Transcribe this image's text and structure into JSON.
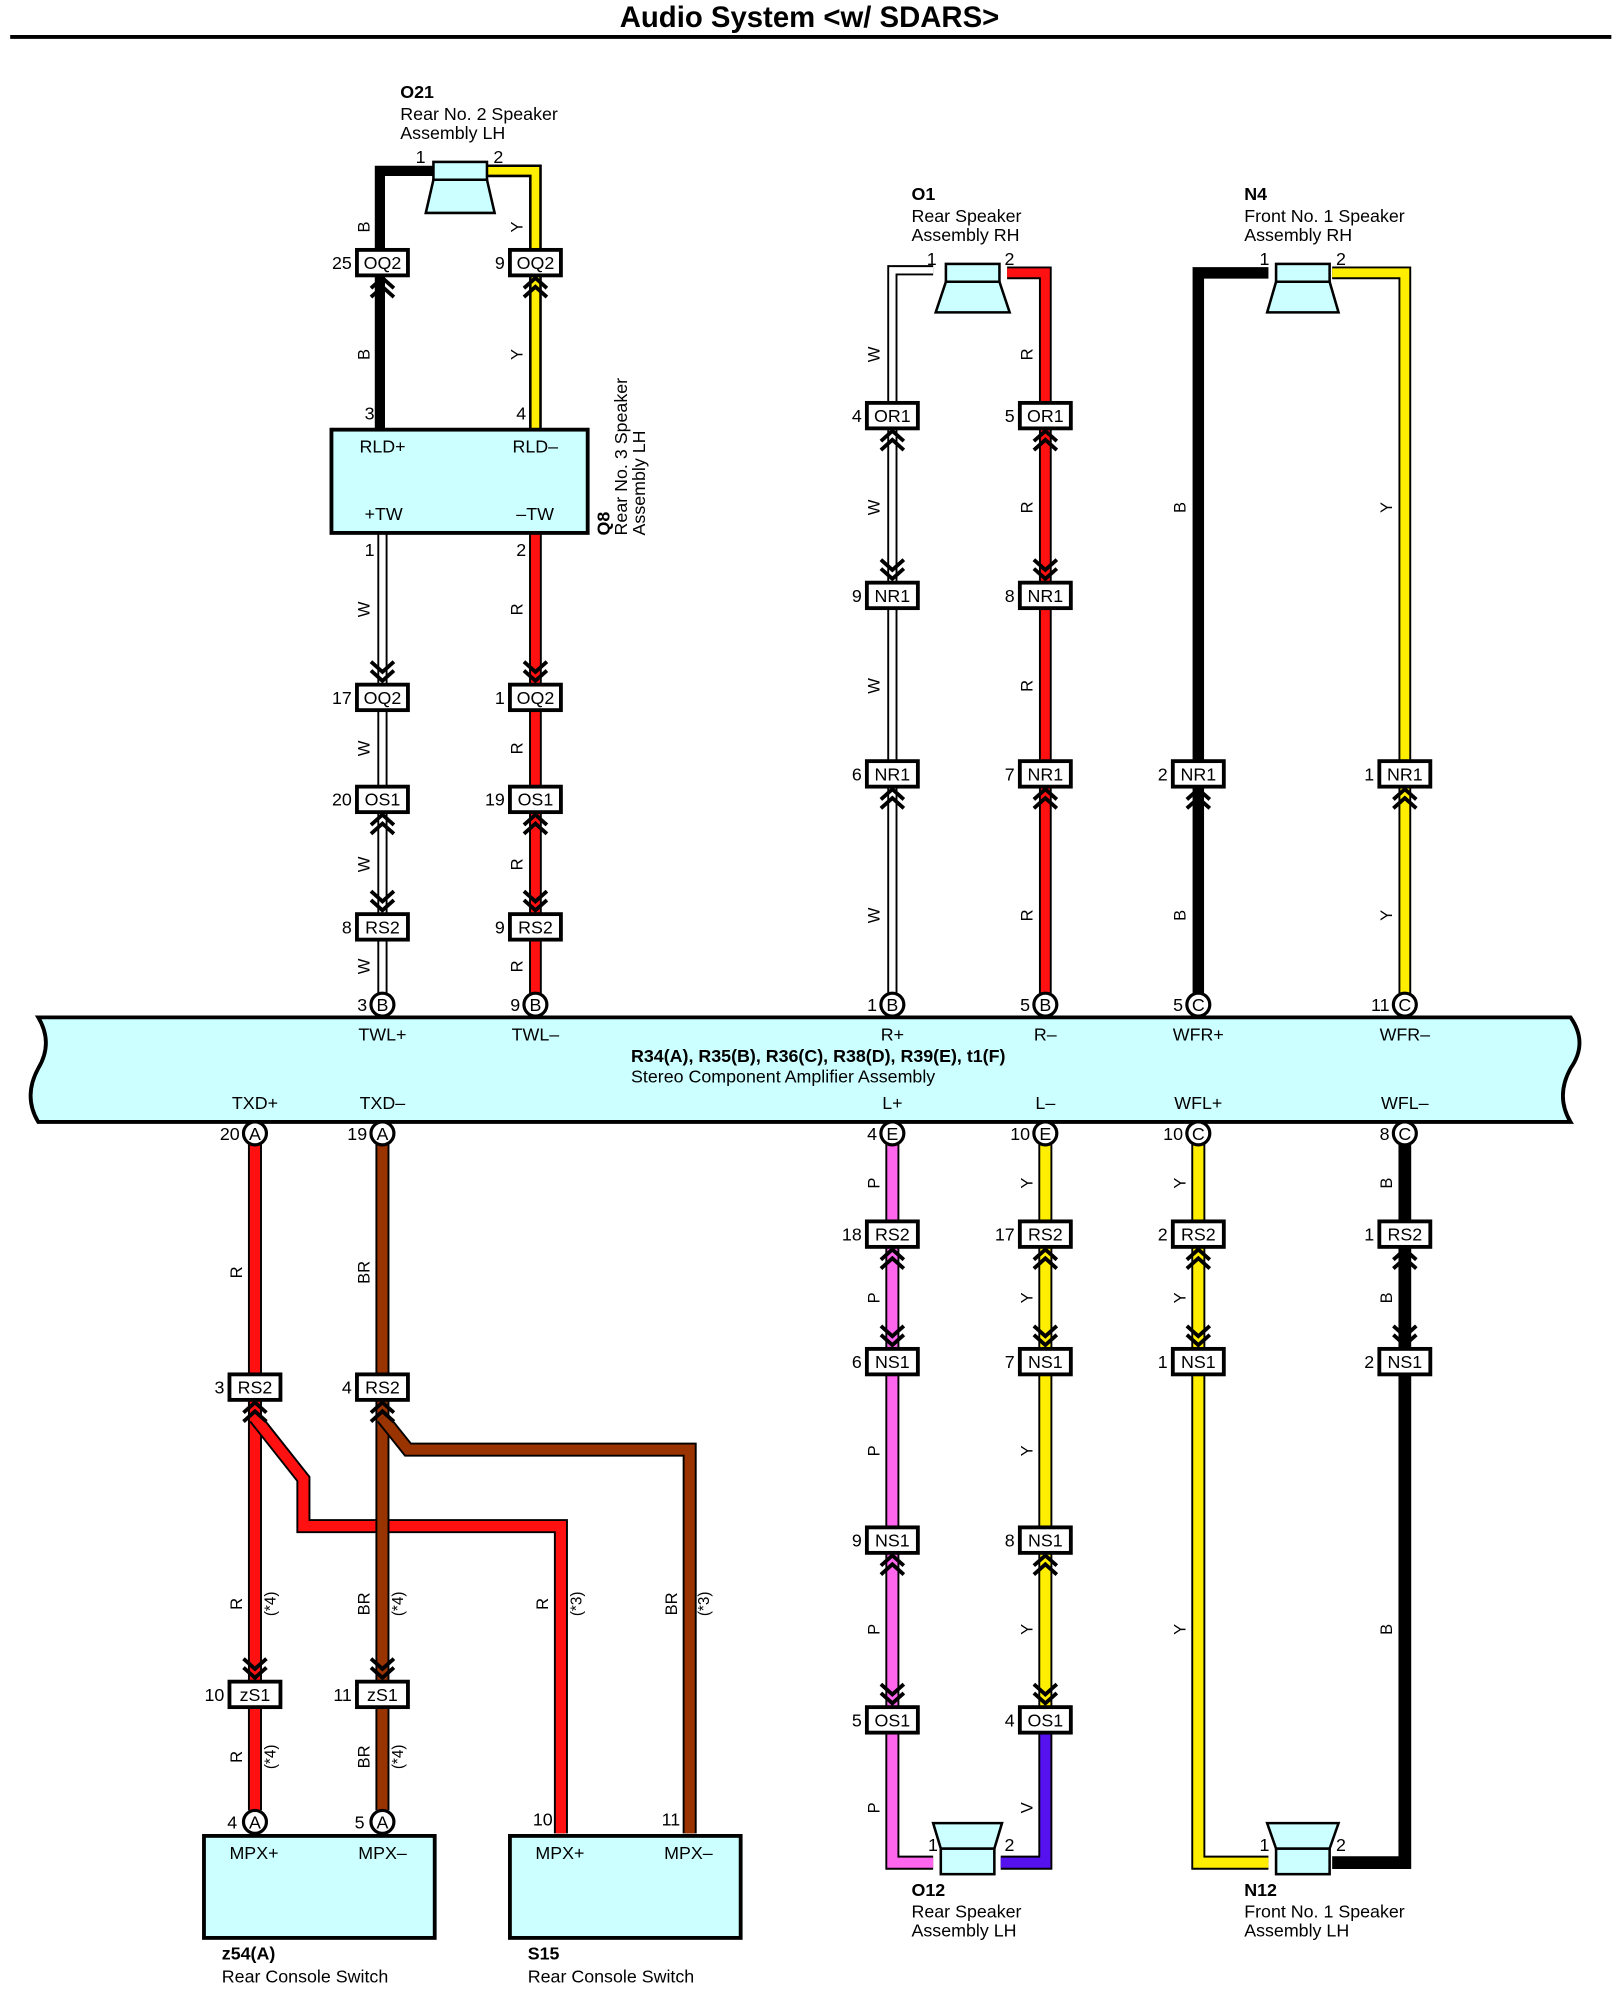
{
  "title": "Audio System <w/ SDARS>",
  "colors": {
    "B": "#000000",
    "W": "#ffffff",
    "R": "#ff1111",
    "Y": "#ffee00",
    "BR": "#993300",
    "P": "#ff66ee",
    "V": "#5511ee",
    "body": "#ccffff"
  },
  "amp": {
    "id": "R34(A), R35(B), R36(C), R38(D), R39(E), t1(F)",
    "name": "Stereo Component Amplifier Assembly",
    "top_terminals": [
      {
        "label": "TWL+",
        "pin": "3",
        "conn": "B"
      },
      {
        "label": "TWL–",
        "pin": "9",
        "conn": "B"
      },
      {
        "label": "R+",
        "pin": "1",
        "conn": "B"
      },
      {
        "label": "R–",
        "pin": "5",
        "conn": "B"
      },
      {
        "label": "WFR+",
        "pin": "5",
        "conn": "C"
      },
      {
        "label": "WFR–",
        "pin": "11",
        "conn": "C"
      }
    ],
    "bottom_terminals": [
      {
        "label": "TXD+",
        "pin": "20",
        "conn": "A"
      },
      {
        "label": "TXD–",
        "pin": "19",
        "conn": "A"
      },
      {
        "label": "L+",
        "pin": "4",
        "conn": "E"
      },
      {
        "label": "L–",
        "pin": "10",
        "conn": "E"
      },
      {
        "label": "WFL+",
        "pin": "10",
        "conn": "C"
      },
      {
        "label": "WFL–",
        "pin": "8",
        "conn": "C"
      }
    ]
  },
  "components": {
    "o21": {
      "id": "O21",
      "line1": "Rear No. 2 Speaker",
      "line2": "Assembly LH",
      "pin1": "1",
      "pin2": "2"
    },
    "o1": {
      "id": "O1",
      "line1": "Rear Speaker",
      "line2": "Assembly RH",
      "pin1": "1",
      "pin2": "2"
    },
    "n4": {
      "id": "N4",
      "line1": "Front No. 1 Speaker",
      "line2": "Assembly RH",
      "pin1": "1",
      "pin2": "2"
    },
    "q8": {
      "id": "Q8",
      "line1": "Rear No. 3 Speaker",
      "line2": "Assembly LH",
      "rld_plus": "RLD+",
      "rld_minus": "RLD–",
      "tw_plus": "+TW",
      "tw_minus": "–TW",
      "pin_rld_plus": "3",
      "pin_rld_minus": "4",
      "pin_tw_plus": "1",
      "pin_tw_minus": "2"
    },
    "o12": {
      "id": "O12",
      "line1": "Rear Speaker",
      "line2": "Assembly LH",
      "pin1": "1",
      "pin2": "2"
    },
    "n12": {
      "id": "N12",
      "line1": "Front No. 1 Speaker",
      "line2": "Assembly LH",
      "pin1": "1",
      "pin2": "2"
    },
    "z54": {
      "id": "z54(A)",
      "line1": "Rear Console Switch",
      "mpx_plus": "MPX+",
      "mpx_minus": "MPX–",
      "pin_plus": "4",
      "pin_minus": "5",
      "conn": "A"
    },
    "s15": {
      "id": "S15",
      "line1": "Rear Console Switch",
      "mpx_plus": "MPX+",
      "mpx_minus": "MPX–",
      "pin_plus": "10",
      "pin_minus": "11"
    }
  },
  "connectors": [
    {
      "code": "OQ2",
      "pin": "25"
    },
    {
      "code": "OQ2",
      "pin": "9"
    },
    {
      "code": "OQ2",
      "pin": "17"
    },
    {
      "code": "OQ2",
      "pin": "1"
    },
    {
      "code": "OS1",
      "pin": "20"
    },
    {
      "code": "OS1",
      "pin": "19"
    },
    {
      "code": "RS2",
      "pin": "8"
    },
    {
      "code": "RS2",
      "pin": "9"
    },
    {
      "code": "OR1",
      "pin": "4"
    },
    {
      "code": "OR1",
      "pin": "5"
    },
    {
      "code": "NR1",
      "pin": "9"
    },
    {
      "code": "NR1",
      "pin": "8"
    },
    {
      "code": "NR1",
      "pin": "6"
    },
    {
      "code": "NR1",
      "pin": "7"
    },
    {
      "code": "NR1",
      "pin": "2"
    },
    {
      "code": "NR1",
      "pin": "1"
    },
    {
      "code": "RS2",
      "pin": "3"
    },
    {
      "code": "RS2",
      "pin": "4"
    },
    {
      "code": "zS1",
      "pin": "10"
    },
    {
      "code": "zS1",
      "pin": "11"
    },
    {
      "code": "RS2",
      "pin": "18"
    },
    {
      "code": "RS2",
      "pin": "17"
    },
    {
      "code": "RS2",
      "pin": "2"
    },
    {
      "code": "RS2",
      "pin": "1"
    },
    {
      "code": "NS1",
      "pin": "6"
    },
    {
      "code": "NS1",
      "pin": "7"
    },
    {
      "code": "NS1",
      "pin": "1"
    },
    {
      "code": "NS1",
      "pin": "2"
    },
    {
      "code": "NS1",
      "pin": "9"
    },
    {
      "code": "NS1",
      "pin": "8"
    },
    {
      "code": "OS1",
      "pin": "5"
    },
    {
      "code": "OS1",
      "pin": "4"
    }
  ],
  "wire_labels": {
    "B": "B",
    "W": "W",
    "R": "R",
    "Y": "Y",
    "BR": "BR",
    "P": "P",
    "V": "V",
    "note4": "(*4)",
    "note3": "(*3)"
  }
}
